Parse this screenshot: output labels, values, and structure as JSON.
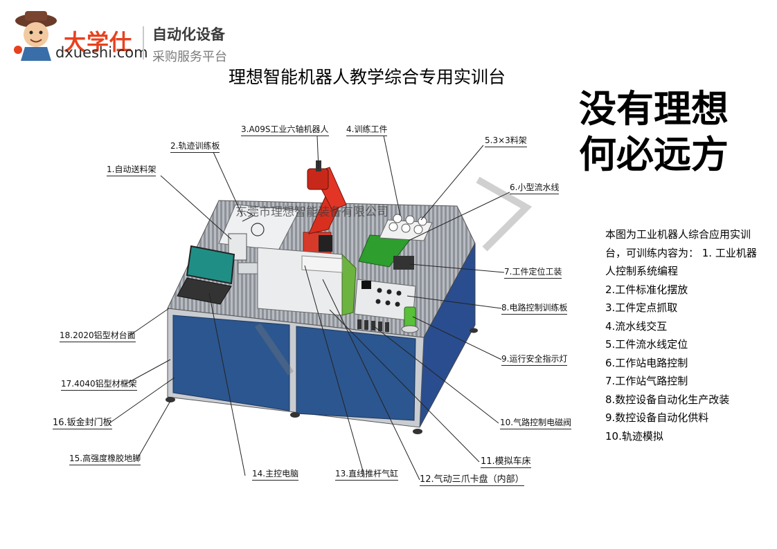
{
  "logo": {
    "brand": "大学仕",
    "domain": "dxueshi.com",
    "tagline_top": "自动化设备",
    "tagline_bottom": "采购服务平台"
  },
  "title": "理想智能机器人教学综合专用实训台",
  "slogan": {
    "line1": "没有理想",
    "line2": "何必远方"
  },
  "watermark_text": "东莞市理想智能装备有限公司",
  "description": {
    "intro": "本图为工业机器人综合应用实训台，可训练内容为： 1. 工业机器人控制系统编程",
    "items": [
      "2.工件标准化摆放",
      "3.工件定点抓取",
      "4.流水线交互",
      "5.工件流水线定位",
      "6.工作站电路控制",
      "7.工作站气路控制",
      "8.数控设备自动化生产改装",
      "9.数控设备自动化供料",
      "10.轨迹模拟"
    ]
  },
  "callouts": [
    "1.自动送料架",
    "2.轨迹训练板",
    "3.A09S工业六轴机器人",
    "4.训练工件",
    "5.3×3料架",
    "6.小型流水线",
    "7.工件定位工装",
    "8.电路控制训练板",
    "9.运行安全指示灯",
    "10.气路控制电磁阀",
    "11.模拟车床",
    "12.气动三爪卡盘（内部）",
    "13.直线推杆气缸",
    "14.主控电脑",
    "15.高强度橡胶地脚",
    "16.钣金封门板",
    "17.4040铝型材框架",
    "18.2020铝型材台面"
  ]
}
